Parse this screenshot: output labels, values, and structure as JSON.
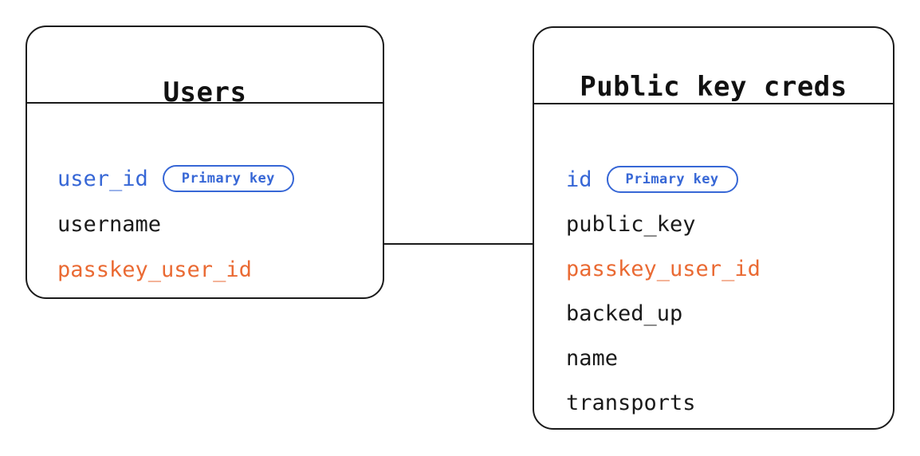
{
  "diagram": {
    "type": "entity-relationship-diagram",
    "background_color": "#ffffff",
    "colors": {
      "border": "#1a1a1a",
      "text": "#1a1a1a",
      "key_accent": "#3767d6",
      "relation_accent": "#ea6a33"
    },
    "entities": [
      {
        "id": "users",
        "title": "Users",
        "fields": [
          {
            "name": "user_id",
            "color": "blue",
            "badge": "Primary key"
          },
          {
            "name": "username",
            "color": "black",
            "badge": null
          },
          {
            "name": "passkey_user_id",
            "color": "orange",
            "badge": null
          }
        ]
      },
      {
        "id": "public_key_creds",
        "title": "Public key creds",
        "fields": [
          {
            "name": "id",
            "color": "blue",
            "badge": "Primary key"
          },
          {
            "name": "public_key",
            "color": "black",
            "badge": null
          },
          {
            "name": "passkey_user_id",
            "color": "orange",
            "badge": null
          },
          {
            "name": "backed_up",
            "color": "black",
            "badge": null
          },
          {
            "name": "name",
            "color": "black",
            "badge": null
          },
          {
            "name": "transports",
            "color": "black",
            "badge": null
          }
        ]
      }
    ],
    "relationships": [
      {
        "id": "users-to-public-key-creds",
        "from_entity": "Users",
        "from_field": "passkey_user_id",
        "to_entity": "Public key creds",
        "to_field": "passkey_user_id",
        "style": "straight-line"
      }
    ]
  }
}
